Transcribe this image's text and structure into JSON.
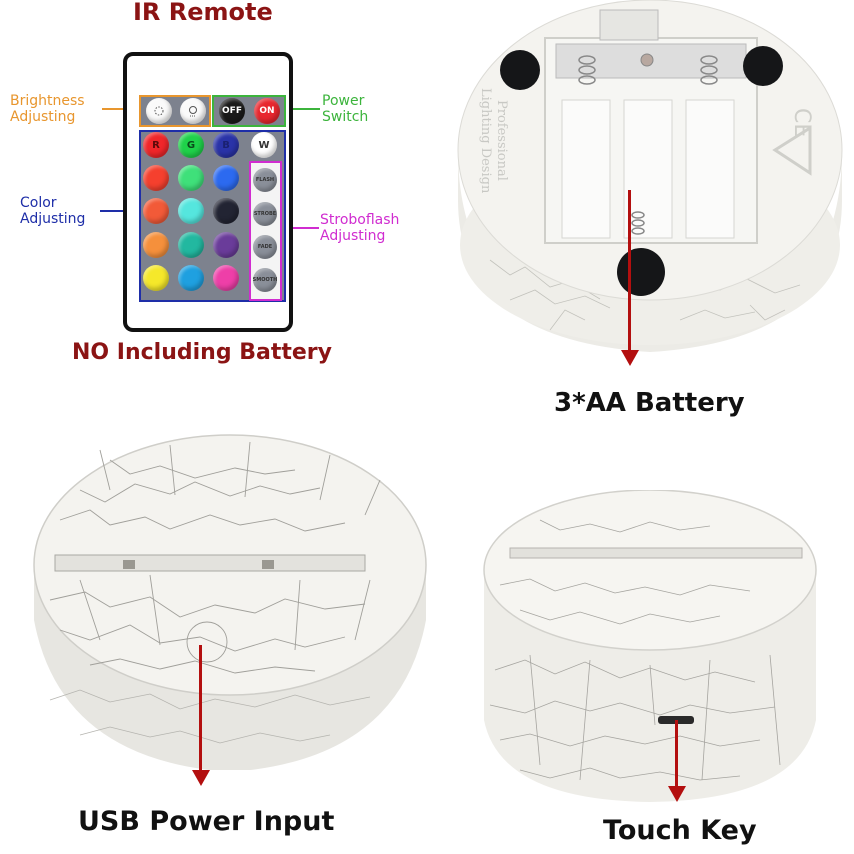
{
  "remote_section": {
    "title": "IR Remote",
    "footer": "NO Including Battery",
    "callouts": {
      "brightness": {
        "line1": "Brightness",
        "line2": "Adjusting",
        "color": "#e8962e"
      },
      "power": {
        "line1": "Power",
        "line2": "Switch",
        "color": "#3cb43c"
      },
      "color": {
        "line1": "Color",
        "line2": "Adjusting",
        "color": "#1e2ea8"
      },
      "strobe": {
        "line1": "Stroboflash",
        "line2": "Adjusting",
        "color": "#d02cd0"
      }
    },
    "buttons": {
      "brightness_down": {
        "icon": "brightness-down-icon"
      },
      "brightness_up": {
        "icon": "brightness-up-icon"
      },
      "off": {
        "label": "OFF",
        "color": "#1a1a1a"
      },
      "on": {
        "label": "ON",
        "color": "#e8262e"
      },
      "rgbw": [
        {
          "label": "R",
          "color": "#f0262a"
        },
        {
          "label": "G",
          "color": "#1fd24a"
        },
        {
          "label": "B",
          "color": "#2a33a8"
        },
        {
          "label": "W",
          "color": "#ffffff"
        }
      ],
      "color_grid": [
        [
          "#f5402e",
          "#3fe07a",
          "#2c6af0"
        ],
        [
          "#f25a38",
          "#55e6de",
          "#222433"
        ],
        [
          "#f5903c",
          "#22b8a0",
          "#6a3c9a"
        ],
        [
          "#f5e82a",
          "#1fa0e0",
          "#ee3fa8"
        ]
      ],
      "modes": [
        "FLASH",
        "STROBE",
        "FADE",
        "SMOOTH"
      ]
    }
  },
  "battery_section": {
    "caption": "3*AA Battery",
    "embossed_text": [
      "Professional",
      "Lighting Design"
    ],
    "marks": [
      "CE",
      "recycle-triangle"
    ]
  },
  "usb_section": {
    "caption": "USB Power Input"
  },
  "touch_section": {
    "caption": "Touch Key"
  },
  "colors": {
    "arrow": "#b30f0f",
    "title_red": "#8b1414",
    "base_white": "#f4f3ef",
    "crack_gray": "#9a9a96"
  }
}
